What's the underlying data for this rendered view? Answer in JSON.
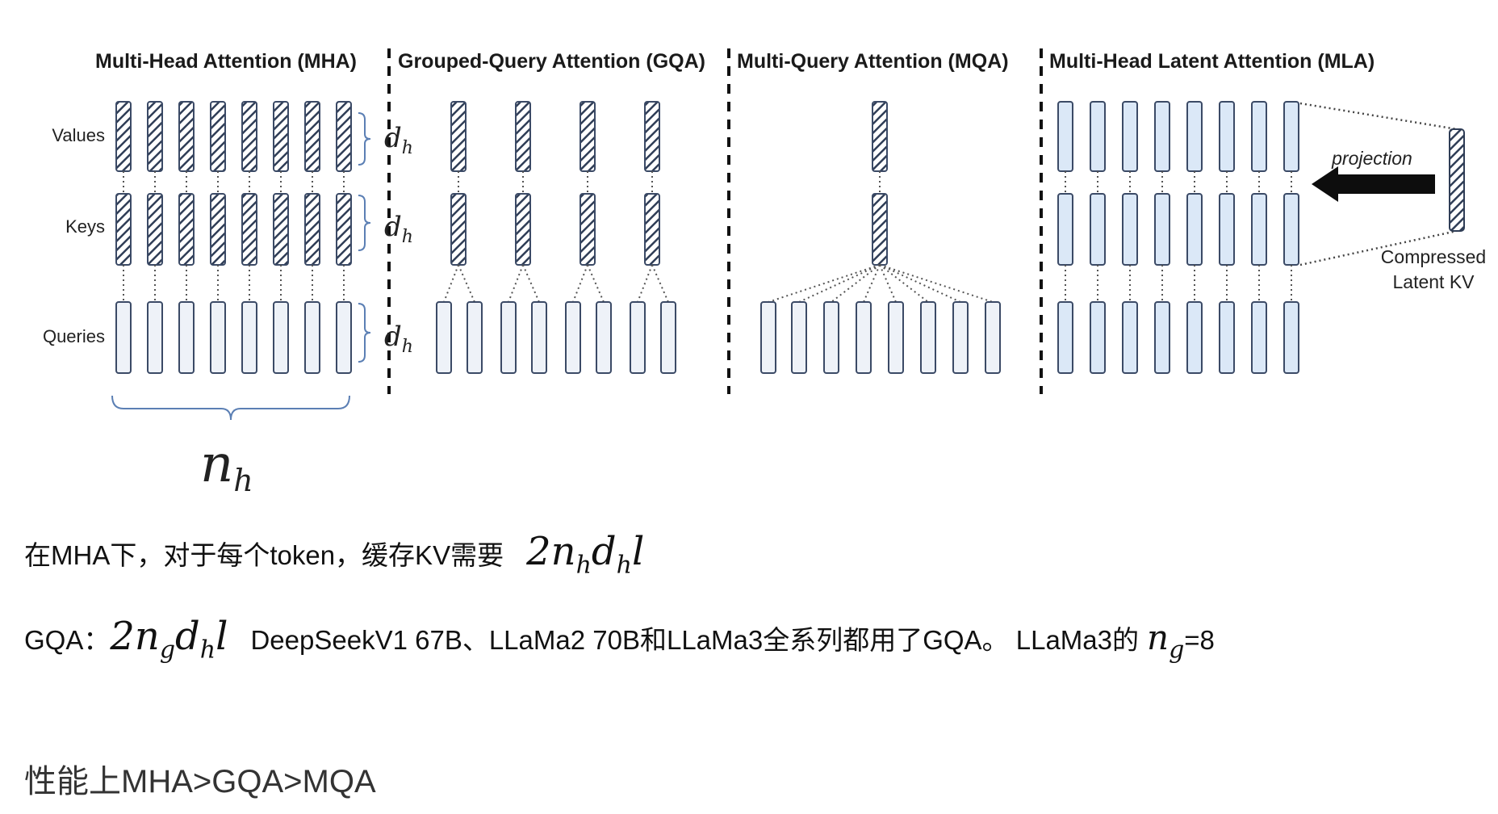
{
  "diagram": {
    "titles": [
      "Multi-Head Attention (MHA)",
      "Grouped-Query Attention (GQA)",
      "Multi-Query Attention (MQA)",
      "Multi-Head Latent Attention (MLA)"
    ],
    "row_labels": {
      "values": "Values",
      "keys": "Keys",
      "queries": "Queries"
    },
    "dim_label_base": "d",
    "dim_label_sub": "h",
    "heads_label_base": "n",
    "heads_label_sub": "h",
    "projection_label": "projection",
    "latent_label_line1": "Compressed",
    "latent_label_line2": "Latent KV",
    "colors": {
      "hatched": "#2f3d56",
      "query_fill": "#eef2f8",
      "mla_fill": "#dbe8f7",
      "stroke": "#3b4a66",
      "brace": "#5b7fb4"
    }
  },
  "text_lines": {
    "line1_text": "在MHA下，对于每个token，缓存KV需要",
    "line1_formula": {
      "coef": "2",
      "n": "n",
      "n_sub": "h",
      "d": "d",
      "d_sub": "h",
      "l": "l"
    },
    "line2_prefix": "GQA：",
    "line2_formula": {
      "coef": "2",
      "n": "n",
      "n_sub": "g",
      "d": "d",
      "d_sub": "h",
      "l": "l"
    },
    "line2_text": "DeepSeekV1 67B、LLaMa2 70B和LLaMa3全系列都用了GQA。 LLaMa3的",
    "line2_var": "n",
    "line2_var_sub": "g",
    "line2_value": "=8",
    "line3_text": "性能上MHA>GQA>MQA"
  }
}
